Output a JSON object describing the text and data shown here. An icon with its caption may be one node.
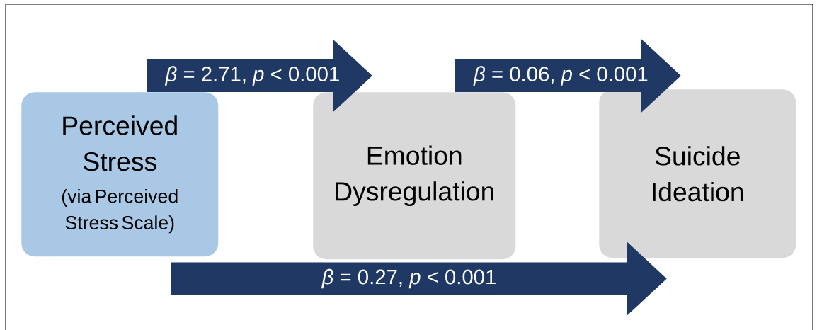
{
  "diagram": {
    "nodes": [
      {
        "text": [
          "Perceived Stress",
          "(via Perceived Stress Scale)"
        ]
      },
      {
        "text": [
          "Emotion Dysregulation"
        ]
      },
      {
        "text": [
          "Suicide Ideation"
        ]
      }
    ],
    "edges": [
      {
        "from": 0,
        "to": 1,
        "arrow": "to",
        "label": "*β* = 2.71, *p* < 0.001"
      },
      {
        "from": 1,
        "to": 2,
        "arrow": "to",
        "label": "*β* = 0.06, *p* < 0.001"
      },
      {
        "from": 0,
        "to": 2,
        "arrow": "to",
        "label": "*β* = 0.27, *p* < 0.001"
      }
    ]
  }
}
